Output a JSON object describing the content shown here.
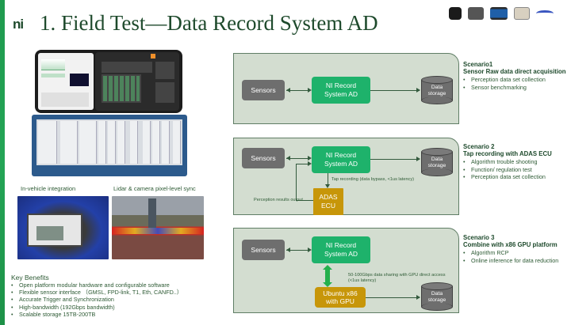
{
  "header": {
    "logo_text": "ni",
    "title": "1. Field Test—Data Record System AD",
    "sensor_icons": [
      "camera-icon",
      "camera-module-icon",
      "lidar-icon",
      "radar-box-icon",
      "gnss-antenna-icon"
    ]
  },
  "left": {
    "hardware_image": "pxi-chassis-with-tablet",
    "captions": {
      "in_vehicle": "In-vehicle integration",
      "lidar_sync": "Lidar & camera pixel-level sync"
    },
    "key_benefits": {
      "title": "Key Benefits",
      "items": [
        "Open platform modular hardware and configurable software",
        "Flexible sensor interface （GMSL, FPD-link, T1, Eth, CANFD..）",
        "Accurate Trigger and Synchronization",
        "High-bandwidth (192Gbps bandwidth)",
        "Scalable storage 15TB-200TB"
      ]
    }
  },
  "diagram": {
    "sensors": "Sensors",
    "ni_record_line1": "NI Record",
    "ni_record_line2": "System AD",
    "storage_line1": "Data",
    "storage_line2": "storage",
    "adas_line1": "ADAS",
    "adas_line2": "ECU",
    "tap_label": "Tap recording (data bypass, <1us latency)",
    "perception_label": "Perception results output",
    "ubuntu_line1": "Ubuntu x86",
    "ubuntu_line2": "with GPU",
    "gpu_label_line1": "50-100Gbps data sharing with GPU direct access",
    "gpu_label_line2": "(<1us latency)"
  },
  "scenarios": [
    {
      "title": "Scenario1",
      "subtitle": "Sensor Raw data direct acquisition",
      "items": [
        "Perception data set collection",
        "Sensor benchmarking"
      ]
    },
    {
      "title": "Scenario 2",
      "subtitle": "Tap recording with ADAS ECU",
      "items": [
        "Algorithm trouble shooting",
        "Function/ regulation test",
        "Perception data set collection"
      ]
    },
    {
      "title": "Scenario 3",
      "subtitle": "Combine with x86 GPU platform",
      "items": [
        "Algorithm RCP",
        "Online inference for data reduction"
      ]
    }
  ],
  "colors": {
    "brand_green": "#1eb26b",
    "accent_gold": "#c79609",
    "panel_bg": "#d3ddd0",
    "text_dark_green": "#1e4a2c"
  }
}
